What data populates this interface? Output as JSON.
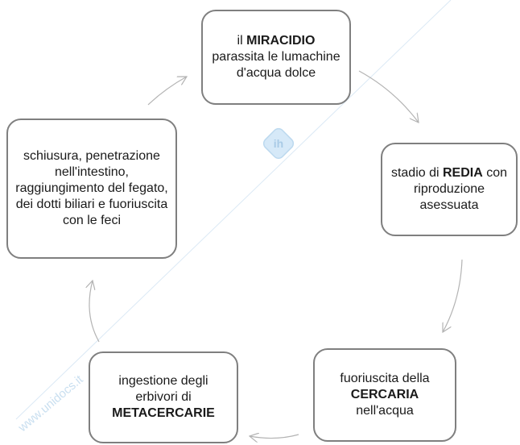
{
  "watermark": {
    "text": "www.unidocs.it",
    "logo_letters": "ih",
    "color": "#bcd9ef"
  },
  "nodes": [
    {
      "pre": "il ",
      "bold": "MIRACIDIO",
      "post": " parassita le lumachine d'acqua dolce"
    },
    {
      "pre": "stadio di ",
      "bold": "REDIA",
      "post": " con riproduzione asessuata"
    },
    {
      "pre": "fuoriuscita della ",
      "bold": "CERCARIA",
      "post": " nell'acqua"
    },
    {
      "pre": "ingestione degli erbivori di ",
      "bold": "METACERCARIE",
      "post": ""
    },
    {
      "pre": "schiusura, penetrazione nell'intestino, raggiungimento del fegato, dei dotti biliari e fuoriuscita con le feci",
      "bold": "",
      "post": ""
    }
  ],
  "colors": {
    "node_border": "#7f7f7f",
    "arrow": "#b3b3b3",
    "text": "#1a1a1a"
  }
}
